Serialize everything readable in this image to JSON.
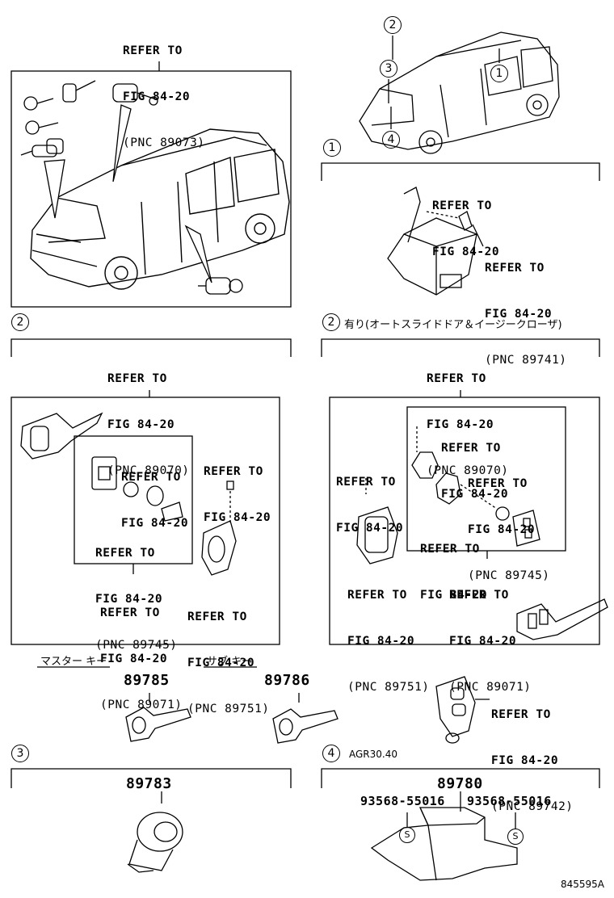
{
  "refer_text": "REFER TO",
  "fig_text": "FIG 84-20",
  "callouts": {
    "top_left": "(PNC 89073)",
    "s1_pnc": "(PNC 89741)",
    "s2a_main": "(PNC 89070)",
    "s2a_inner": "(PNC 89745)",
    "s2a_b1": "(PNC 89071)",
    "s2a_b2": "(PNC 89751)",
    "s2b_main": "(PNC 89070)",
    "s2b_inner": "(PNC 89745)",
    "s2b_b1": "(PNC 89751)",
    "s2b_b2": "(PNC 89071)",
    "remote": "(PNC 89742)"
  },
  "sections": {
    "s1": "1",
    "s2": "2",
    "s3": "3",
    "s4": "4",
    "s2b_note": "有り(オートスライドドア＆イージークローザ)",
    "s4_note": "AGR30.40"
  },
  "vehicle_markers": [
    "2",
    "3",
    "1",
    "4"
  ],
  "keys": {
    "master_label": "マスター キー",
    "master_part": "89785",
    "sub_label": "サブ キー",
    "sub_part": "89786"
  },
  "parts": {
    "s3_part": "89783",
    "s4_part": "89780",
    "s4_bolt_left": "93568-55016",
    "s4_bolt_right": "93568-55016",
    "s_symbol": "S"
  },
  "figure_id": "845595A"
}
